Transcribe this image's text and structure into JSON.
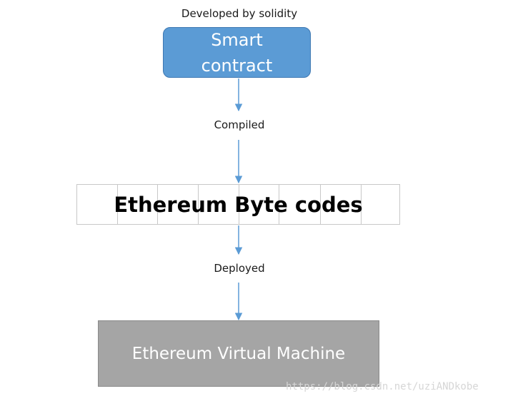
{
  "diagram": {
    "top_label": "Developed by solidity",
    "smart_contract": {
      "line1": "Smart",
      "line2": "contract"
    },
    "edge1_label": "Compiled",
    "bytecodes_label": "Ethereum Byte codes",
    "edge2_label": "Deployed",
    "evm_label": "Ethereum Virtual Machine"
  },
  "watermark": "https://blog.csdn.net/uziANDkobe",
  "colors": {
    "smart_box": "#5b9bd5",
    "evm_box": "#a5a5a5",
    "arrow": "#5b9bd5"
  }
}
